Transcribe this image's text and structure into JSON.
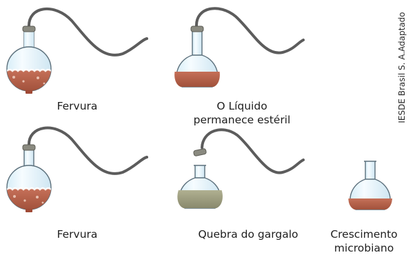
{
  "credit": "IESDE Brasil S. A.Adaptado",
  "captions": {
    "top_left": "Fervura",
    "top_middle_line1": "O Líquido",
    "top_middle_line2": "permanece estéril",
    "bottom_left": "Fervura",
    "bottom_middle": "Quebra do gargalo",
    "bottom_right_line1": "Crescimento",
    "bottom_right_line2": "microbiano"
  },
  "colors": {
    "glass_outline": "#5a6e7a",
    "glass_fill": "#e9f5fb",
    "tube": "#5c5c5c",
    "sterile_broth": "#b5614c",
    "boiling_broth": "#ad5a42",
    "contaminated_broth": "#9a9a7c",
    "stopper": "#8a8a80"
  }
}
